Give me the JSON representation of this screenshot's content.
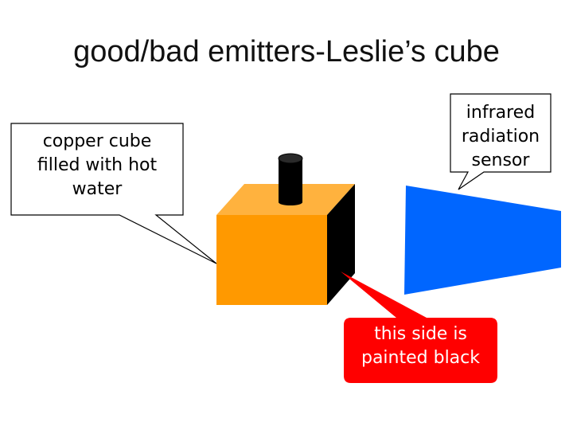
{
  "title": "good/bad emitters-Leslie’s cube",
  "callouts": {
    "copper": {
      "line1": "copper cube",
      "line2": "filled with hot",
      "line3": "water"
    },
    "sensor": {
      "line1": "infrared",
      "line2": "radiation",
      "line3": "sensor"
    },
    "black_side": {
      "line1": "this side is",
      "line2": "painted black"
    }
  },
  "colors": {
    "cube_front": "#ff9900",
    "cube_top": "#ffb23e",
    "cube_side": "#000000",
    "cylinder": "#000000",
    "sensor": "#0066ff",
    "black_side_callout": "#ff0000",
    "callout_fill": "#ffffff",
    "callout_border": "#000000"
  }
}
